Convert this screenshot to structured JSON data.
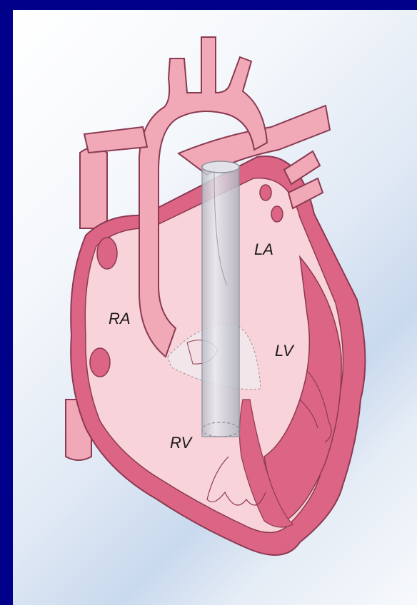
{
  "labels": {
    "ra": "RA",
    "la": "LA",
    "lv": "LV",
    "rv": "RV"
  },
  "colors": {
    "border": "#00008b",
    "tissue": "#f4b3bf",
    "tissue_light": "#f9d3da",
    "myocardium": "#dc6485",
    "outline": "#8a3a52",
    "device": "#c9cdd6"
  }
}
